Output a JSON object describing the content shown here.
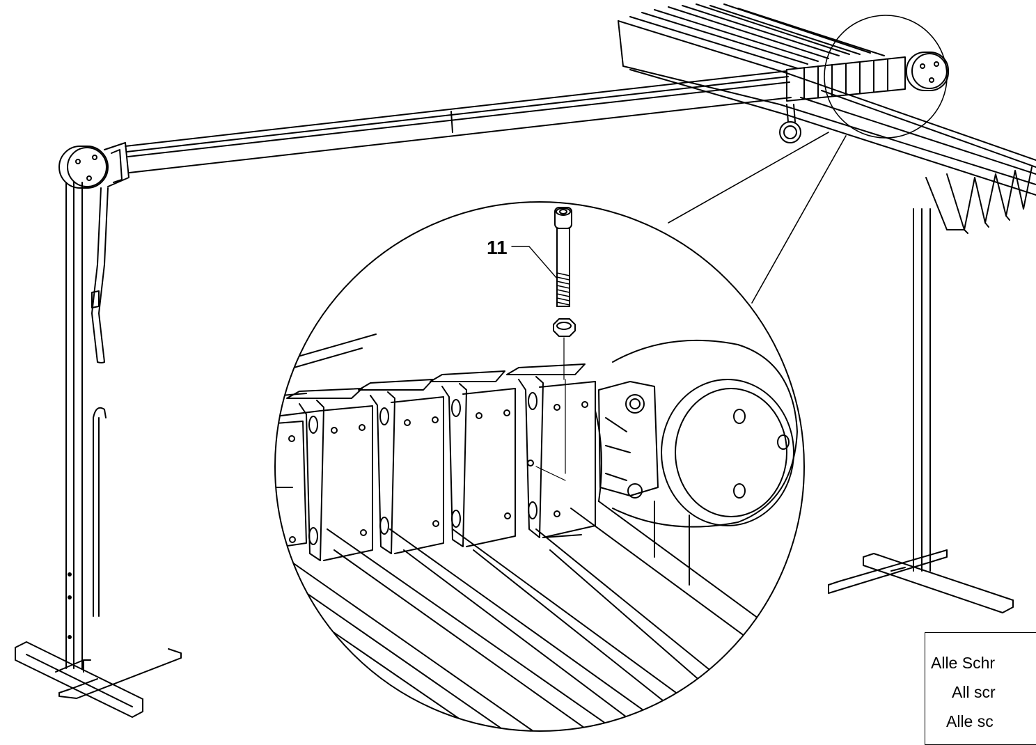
{
  "diagram": {
    "callout_label": "11",
    "note": {
      "line_1": "Alle Schr",
      "line_2": "All scr",
      "line_3": "Alle sc"
    }
  },
  "colors": {
    "line": "#000000",
    "background": "#ffffff"
  }
}
